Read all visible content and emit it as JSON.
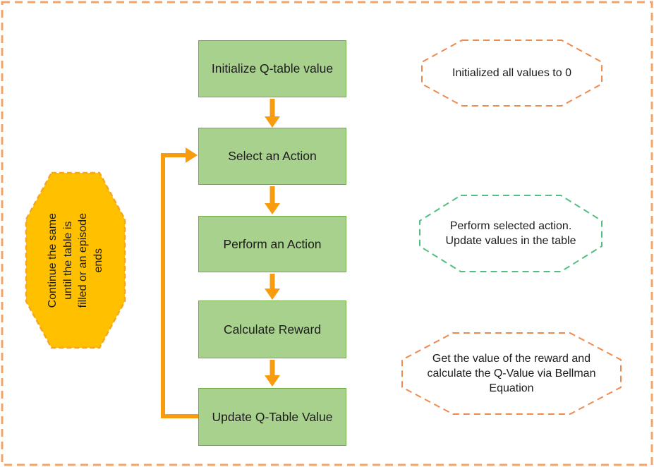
{
  "flow": {
    "steps": [
      {
        "label": "Initialize Q-table value"
      },
      {
        "label": "Select an Action"
      },
      {
        "label": "Perform an Action"
      },
      {
        "label": "Calculate Reward"
      },
      {
        "label": "Update Q-Table Value"
      }
    ]
  },
  "loop_note": {
    "text": "Continue the same until the table is filled or an episode ends"
  },
  "callouts": [
    {
      "text": "Initialized all values to 0",
      "accent": "#ED8A4F"
    },
    {
      "text": "Perform selected action. Update values in the table",
      "accent": "#52BE80"
    },
    {
      "text": "Get the value of the reward and calculate the Q-Value via Bellman Equation",
      "accent": "#ED8A4F"
    }
  ],
  "colors": {
    "step_fill": "#A9D18E",
    "step_border": "#70AD47",
    "arrow": "#F89B0C",
    "loop_note_fill": "#FFC000",
    "loop_note_border": "#F5A623",
    "page_border": "#F4A46B",
    "callout_orange": "#ED8A4F",
    "callout_green": "#52BE80"
  }
}
